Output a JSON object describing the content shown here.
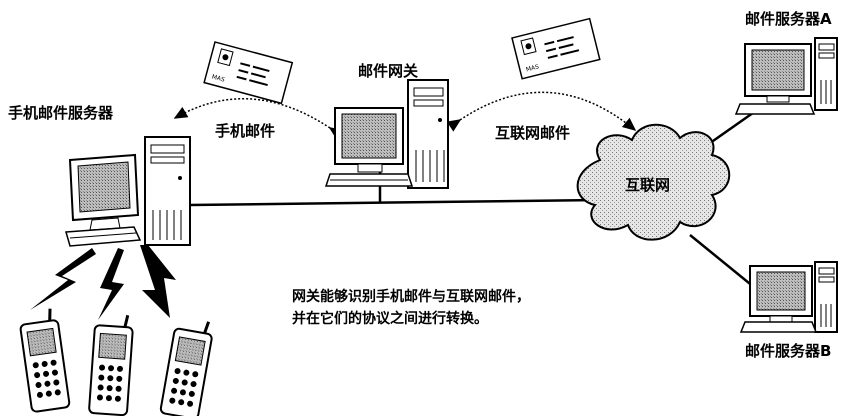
{
  "labels": {
    "mobile_mail_server": "手机邮件服务器",
    "mail_gateway": "邮件网关",
    "mobile_mail": "手机邮件",
    "internet_mail": "互联网邮件",
    "internet": "互联网",
    "server_a": "邮件服务器A",
    "server_b": "邮件服务器B"
  },
  "note": {
    "line1": "网关能够识别手机邮件与互联网邮件，",
    "line2": "并在它们的协议之间进行转换。"
  },
  "colors": {
    "line": "#000000",
    "screen": "#8a8a8a",
    "cloud_fill": "#d9d9d9"
  }
}
